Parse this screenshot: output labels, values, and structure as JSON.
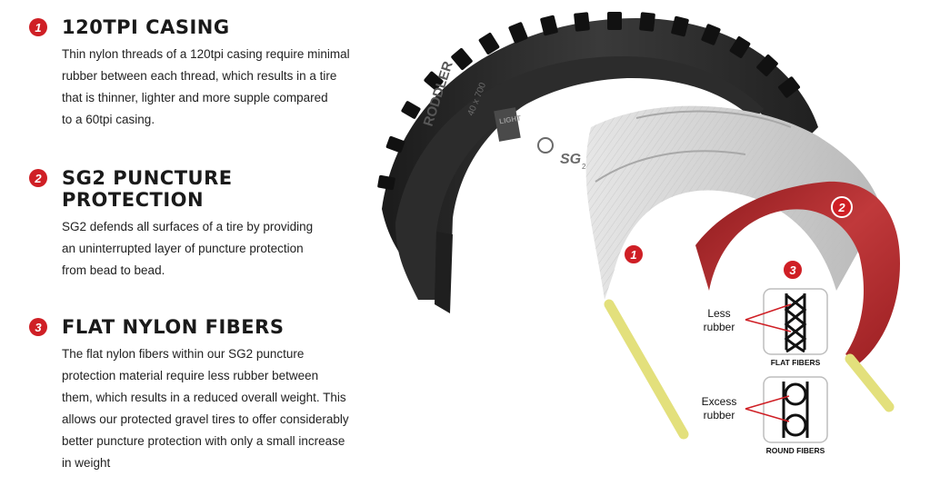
{
  "sections": [
    {
      "number": "1",
      "title": "120TPI CASING",
      "lines": [
        "Thin nylon threads of a 120tpi casing require minimal",
        "rubber between each thread, which results in a tire",
        "that is thinner, lighter and more supple compared",
        "to a 60tpi casing."
      ]
    },
    {
      "number": "2",
      "title_lines": [
        "SG2 PUNCTURE",
        "PROTECTION"
      ],
      "lines": [
        "SG2 defends all surfaces of a tire by providing",
        "an uninterrupted layer of puncture protection",
        "from bead to bead."
      ]
    },
    {
      "number": "3",
      "title": "FLAT NYLON FIBERS",
      "lines": [
        "The flat nylon fibers within our SG2 puncture",
        "protection material require less rubber between",
        "them, which results in a reduced overall weight. This",
        "allows our protected gravel tires to offer considerably",
        "better puncture protection with only a small increase",
        "in weight"
      ]
    }
  ],
  "diagram": {
    "callouts": [
      "1",
      "2",
      "3"
    ],
    "sidewall": {
      "model": "RODDLER",
      "size": "40 x 700",
      "light": "LIGHT",
      "sg": "SG",
      "sg_sup": "2"
    },
    "flat": {
      "label_line1": "Less",
      "label_line2": "rubber",
      "caption": "FLAT FIBERS"
    },
    "round": {
      "label_line1": "Excess",
      "label_line2": "rubber",
      "caption": "ROUND FIBERS"
    }
  },
  "colors": {
    "accent": "#cf1f25",
    "tread": "#262626",
    "casing": "#c9c9c9",
    "protection": "#b52226",
    "bead": "#e3e07c"
  },
  "icons": [
    "number-badge-icon",
    "tire-cutaway-icon",
    "fiber-cross-section-icon"
  ]
}
